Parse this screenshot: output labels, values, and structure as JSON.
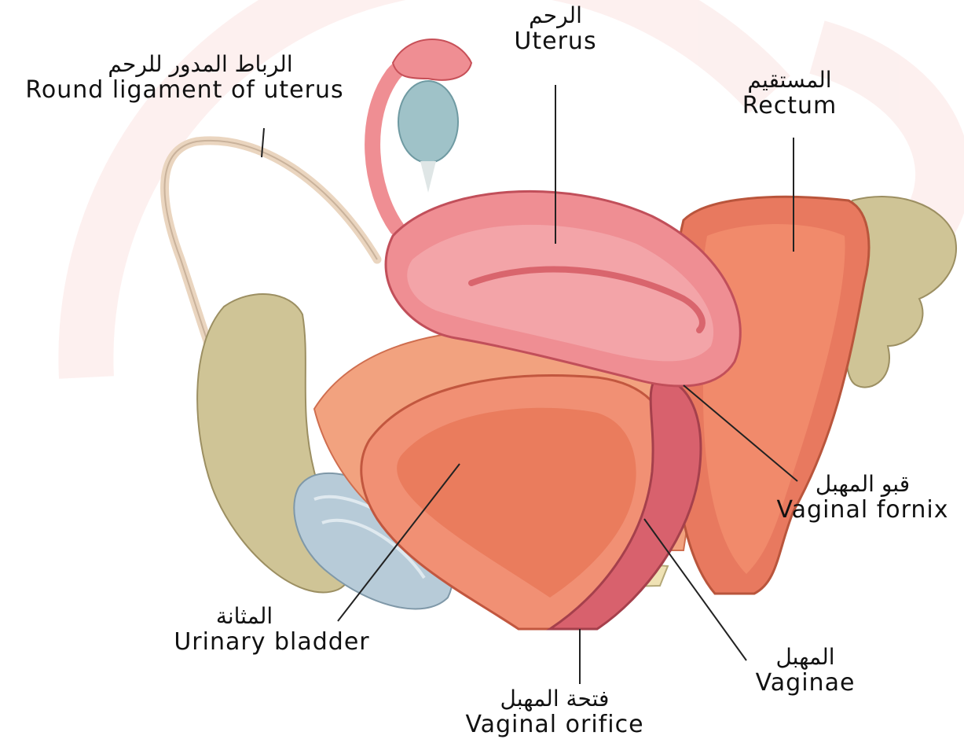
{
  "colors": {
    "watermark": "#fbe4e2",
    "uterus": "#ef8e93",
    "uterus_dark": "#d9656d",
    "rectum": "#e8795f",
    "bladder": "#f19074",
    "bone": "#cfc496",
    "pubic_pad": "#b7cbd8",
    "ovary": "#9fc2c8",
    "ligament": "#ead5bf",
    "leader": "#222222"
  },
  "labels": {
    "uterus": {
      "ar": "الرحم",
      "en": "Uterus"
    },
    "round_ligament": {
      "ar": "الرباط المدور للرحم",
      "en": "Round ligament of uterus"
    },
    "rectum": {
      "ar": "المستقيم",
      "en": "Rectum"
    },
    "vaginal_fornix": {
      "ar": "قبو المهبل",
      "en": "Vaginal fornix"
    },
    "urinary_bladder": {
      "ar": "المثانة",
      "en": "Urinary bladder"
    },
    "vaginae": {
      "ar": "المهبل",
      "en": "Vaginae"
    },
    "vaginal_orifice": {
      "ar": "فتحة المهبل",
      "en": "Vaginal orifice"
    }
  }
}
